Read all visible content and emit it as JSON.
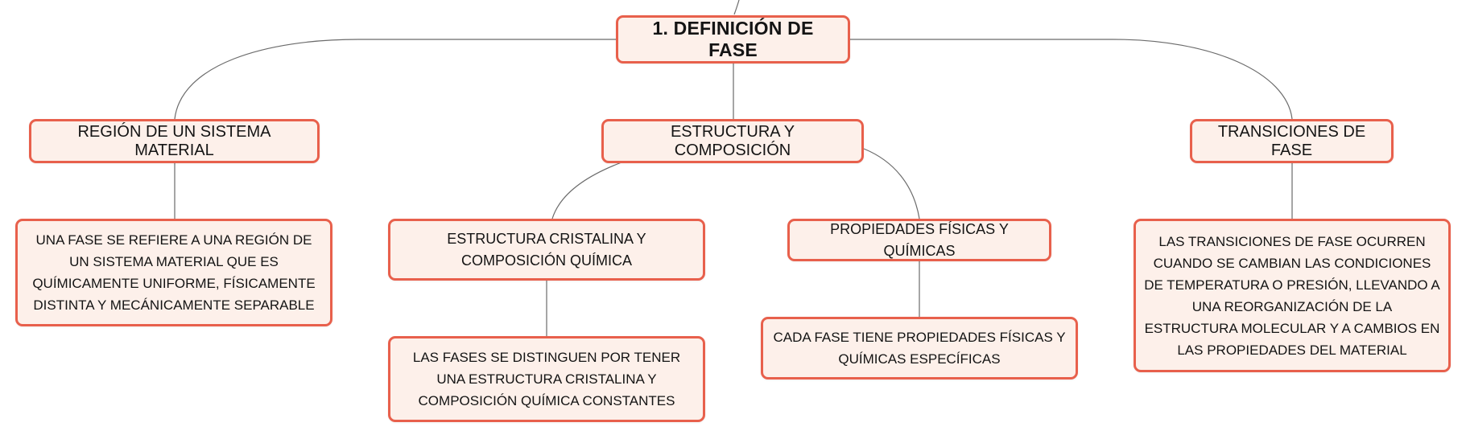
{
  "colors": {
    "node_border": "#e8604c",
    "node_fill": "#fdf0ea",
    "connector": "#6b6b6b",
    "text": "#141414"
  },
  "mindmap": {
    "root": {
      "label": "1. DEFINICIÓN DE FASE"
    },
    "branches": [
      {
        "label": "REGIÓN DE UN SISTEMA MATERIAL",
        "children": [
          {
            "label": "UNA FASE SE REFIERE A UNA REGIÓN DE UN SISTEMA MATERIAL QUE ES QUÍMICAMENTE UNIFORME, FÍSICAMENTE DISTINTA Y MECÁNICAMENTE SEPARABLE"
          }
        ]
      },
      {
        "label": "ESTRUCTURA Y COMPOSICIÓN",
        "children": [
          {
            "label": "ESTRUCTURA CRISTALINA Y COMPOSICIÓN QUÍMICA",
            "children": [
              {
                "label": "LAS FASES SE DISTINGUEN POR TENER UNA ESTRUCTURA CRISTALINA Y COMPOSICIÓN QUÍMICA CONSTANTES"
              }
            ]
          },
          {
            "label": "PROPIEDADES FÍSICAS Y QUÍMICAS",
            "children": [
              {
                "label": "CADA FASE TIENE PROPIEDADES FÍSICAS Y QUÍMICAS ESPECÍFICAS"
              }
            ]
          }
        ]
      },
      {
        "label": "TRANSICIONES DE FASE",
        "children": [
          {
            "label": "LAS TRANSICIONES DE FASE OCURREN CUANDO SE CAMBIAN LAS CONDICIONES DE TEMPERATURA O PRESIÓN, LLEVANDO A UNA REORGANIZACIÓN DE LA ESTRUCTURA MOLECULAR Y A CAMBIOS EN LAS PROPIEDADES DEL MATERIAL"
          }
        ]
      }
    ]
  }
}
